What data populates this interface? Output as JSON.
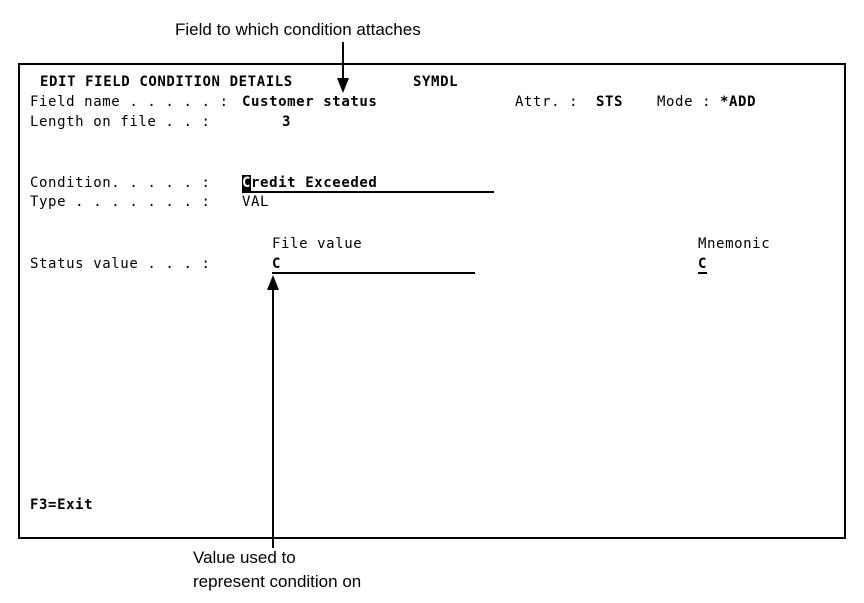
{
  "annotations": {
    "top": "Field to which condition attaches",
    "bottom_line1": "Value used to",
    "bottom_line2": "represent condition on"
  },
  "screen": {
    "title": "EDIT FIELD CONDITION DETAILS",
    "program": "SYMDL",
    "field_name_label": "Field name . . . . . :",
    "field_name_value": "Customer status",
    "attr_label": "Attr. :",
    "attr_value": "STS",
    "mode_label": "Mode :",
    "mode_value": "*ADD",
    "length_label": "Length on file . . :",
    "length_value": "3",
    "condition_label": "Condition. . . . . :",
    "condition_value_first": "C",
    "condition_value_rest": "redit Exceeded",
    "type_label": "Type . . . . . . . :",
    "type_value": "VAL",
    "file_value_header": "File value",
    "mnemonic_header": "Mnemonic",
    "status_value_label": "Status value . . . :",
    "file_value": "C",
    "mnemonic_value": "C",
    "f3_exit": "F3=Exit"
  }
}
